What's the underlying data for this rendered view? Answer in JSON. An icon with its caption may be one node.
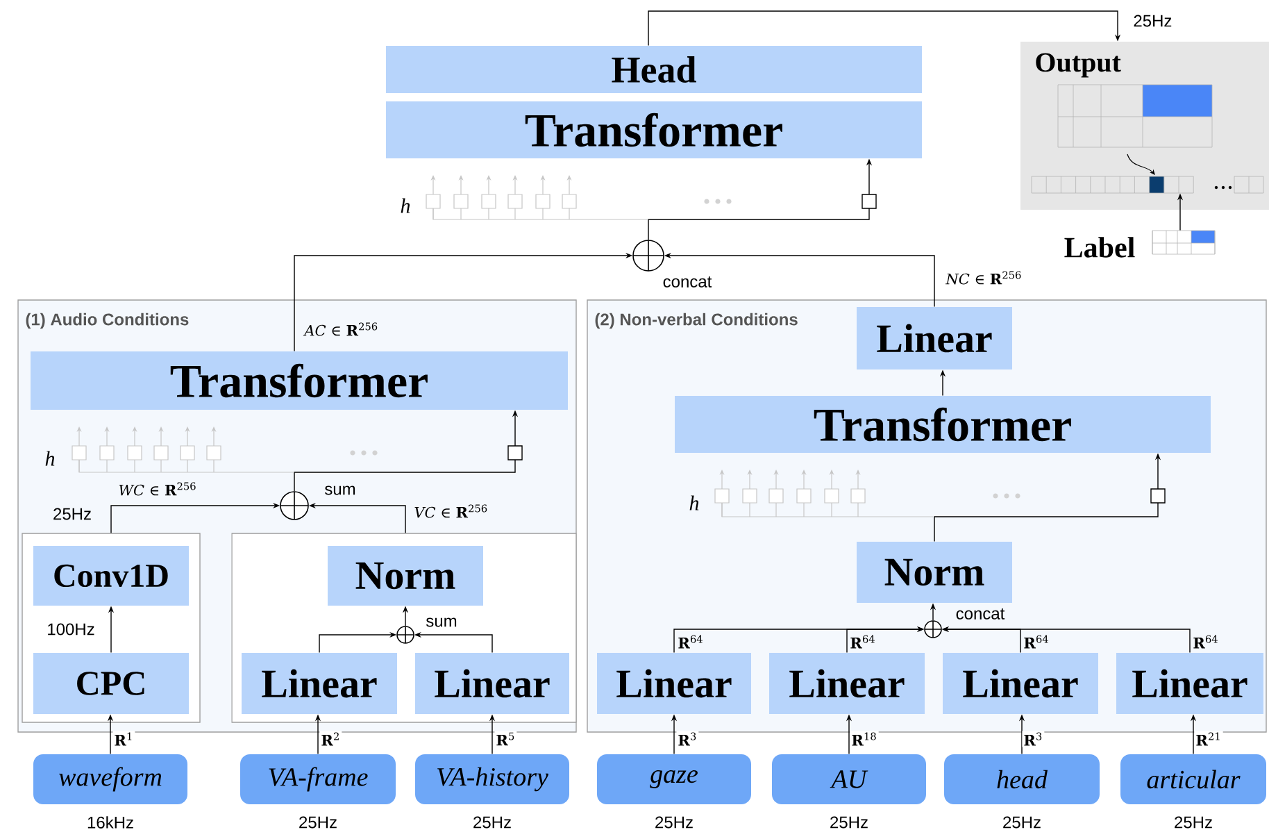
{
  "diagram": {
    "nodes": [
      {
        "text": [
          "Head"
        ]
      },
      {
        "text": [
          "Transformer"
        ]
      },
      {
        "text": [
          "Output"
        ]
      },
      {
        "text": [],
        "shape": "box",
        "beside": [
          "Label"
        ]
      },
      {
        "text": [],
        "shape": "circle",
        "beside": [
          "concat"
        ]
      },
      {
        "text": [
          "(1) Audio Conditions"
        ]
      },
      {
        "text": [
          "Transformer"
        ],
        "in": 5
      },
      {
        "text": [],
        "shape": "circle",
        "beside": [
          "sum"
        ],
        "in": 5
      },
      {
        "text": [],
        "shape": "box",
        "in": 5
      },
      {
        "text": [
          "Conv1D"
        ],
        "in": 8
      },
      {
        "text": [
          "CPC"
        ],
        "in": 8
      },
      {
        "text": [],
        "shape": "box",
        "in": 5
      },
      {
        "text": [
          "Norm"
        ],
        "in": 11
      },
      {
        "text": [],
        "shape": "circle",
        "beside": [
          "sum"
        ],
        "in": 11
      },
      {
        "text": [
          "Linear"
        ],
        "in": 11
      },
      {
        "text": [
          "Linear"
        ],
        "in": 11
      },
      {
        "text": [
          "(2) Non-verbal Conditions"
        ]
      },
      {
        "text": [
          "Linear"
        ],
        "in": 16
      },
      {
        "text": [
          "Transformer"
        ],
        "in": 16
      },
      {
        "text": [
          "Norm"
        ],
        "in": 16
      },
      {
        "text": [],
        "shape": "circle",
        "beside": [
          "concat"
        ],
        "in": 16
      },
      {
        "text": [
          "Linear"
        ],
        "in": 16
      },
      {
        "text": [
          "Linear"
        ],
        "in": 16
      },
      {
        "text": [
          "Linear"
        ],
        "in": 16
      },
      {
        "text": [
          "Linear"
        ],
        "in": 16
      },
      {
        "text": [
          "waveform"
        ],
        "beside": [
          "16kHz"
        ]
      },
      {
        "text": [
          "VA-frame"
        ],
        "beside": [
          "25Hz"
        ]
      },
      {
        "text": [
          "VA-history"
        ],
        "beside": [
          "25Hz"
        ]
      },
      {
        "text": [
          "gaze"
        ],
        "beside": [
          "25Hz"
        ]
      },
      {
        "text": [
          "AU"
        ],
        "beside": [
          "25Hz"
        ]
      },
      {
        "text": [
          "head"
        ],
        "beside": [
          "25Hz"
        ]
      },
      {
        "text": [
          "articular"
        ],
        "beside": [
          "25Hz"
        ]
      },
      {
        "text": [],
        "shape": "bar",
        "in": 2
      }
    ],
    "edges": [
      {
        "from": 0,
        "to": 2,
        "arrow": "to",
        "label": "25Hz"
      },
      {
        "from": 3,
        "to": 32,
        "arrow": "to"
      },
      {
        "from": 6,
        "to": 4,
        "arrow": "to",
        "label": "*AC* ∈ **R**$^{256}$"
      },
      {
        "from": 17,
        "to": 4,
        "arrow": "to",
        "label": "*NC* ∈ **R**$^{256}$"
      },
      {
        "from": 4,
        "to": 1,
        "arrow": "to"
      },
      {
        "from": 8,
        "to": 7,
        "arrow": "to",
        "label": "*WC* ∈ **R**$^{256}$"
      },
      {
        "from": 11,
        "to": 7,
        "arrow": "to",
        "label": "*VC* ∈ **R**$^{256}$"
      },
      {
        "from": 7,
        "to": 6,
        "arrow": "to"
      },
      {
        "from": 10,
        "to": 9,
        "arrow": "to",
        "label": "100Hz"
      },
      {
        "from": 14,
        "to": 13,
        "arrow": "to"
      },
      {
        "from": 15,
        "to": 13,
        "arrow": "to"
      },
      {
        "from": 13,
        "to": 12,
        "arrow": "to"
      },
      {
        "from": 25,
        "to": 10,
        "arrow": "to",
        "label": "**R**$^{1}$"
      },
      {
        "from": 26,
        "to": 14,
        "arrow": "to",
        "label": "**R**$^{2}$"
      },
      {
        "from": 27,
        "to": 15,
        "arrow": "to",
        "label": "**R**$^{5}$"
      },
      {
        "from": 21,
        "to": 20,
        "arrow": "to",
        "label": "**R**$^{64}$"
      },
      {
        "from": 22,
        "to": 20,
        "arrow": "to",
        "label": "**R**$^{64}$"
      },
      {
        "from": 23,
        "to": 20,
        "arrow": "to",
        "label": "**R**$^{64}$"
      },
      {
        "from": 24,
        "to": 20,
        "arrow": "to",
        "label": "**R**$^{64}$"
      },
      {
        "from": 20,
        "to": 19,
        "arrow": "to"
      },
      {
        "from": 19,
        "to": 18,
        "arrow": "to"
      },
      {
        "from": 18,
        "to": 17,
        "arrow": "to"
      },
      {
        "from": 28,
        "to": 21,
        "arrow": "to",
        "label": "**R**$^{3}$"
      },
      {
        "from": 29,
        "to": 22,
        "arrow": "to",
        "label": "**R**$^{18}$"
      },
      {
        "from": 30,
        "to": 23,
        "arrow": "to",
        "label": "**R**$^{3}$"
      },
      {
        "from": 31,
        "to": 24,
        "arrow": "to",
        "label": "**R**$^{21}$"
      }
    ],
    "labels": [
      "h",
      "h",
      "h",
      "25Hz"
    ]
  }
}
